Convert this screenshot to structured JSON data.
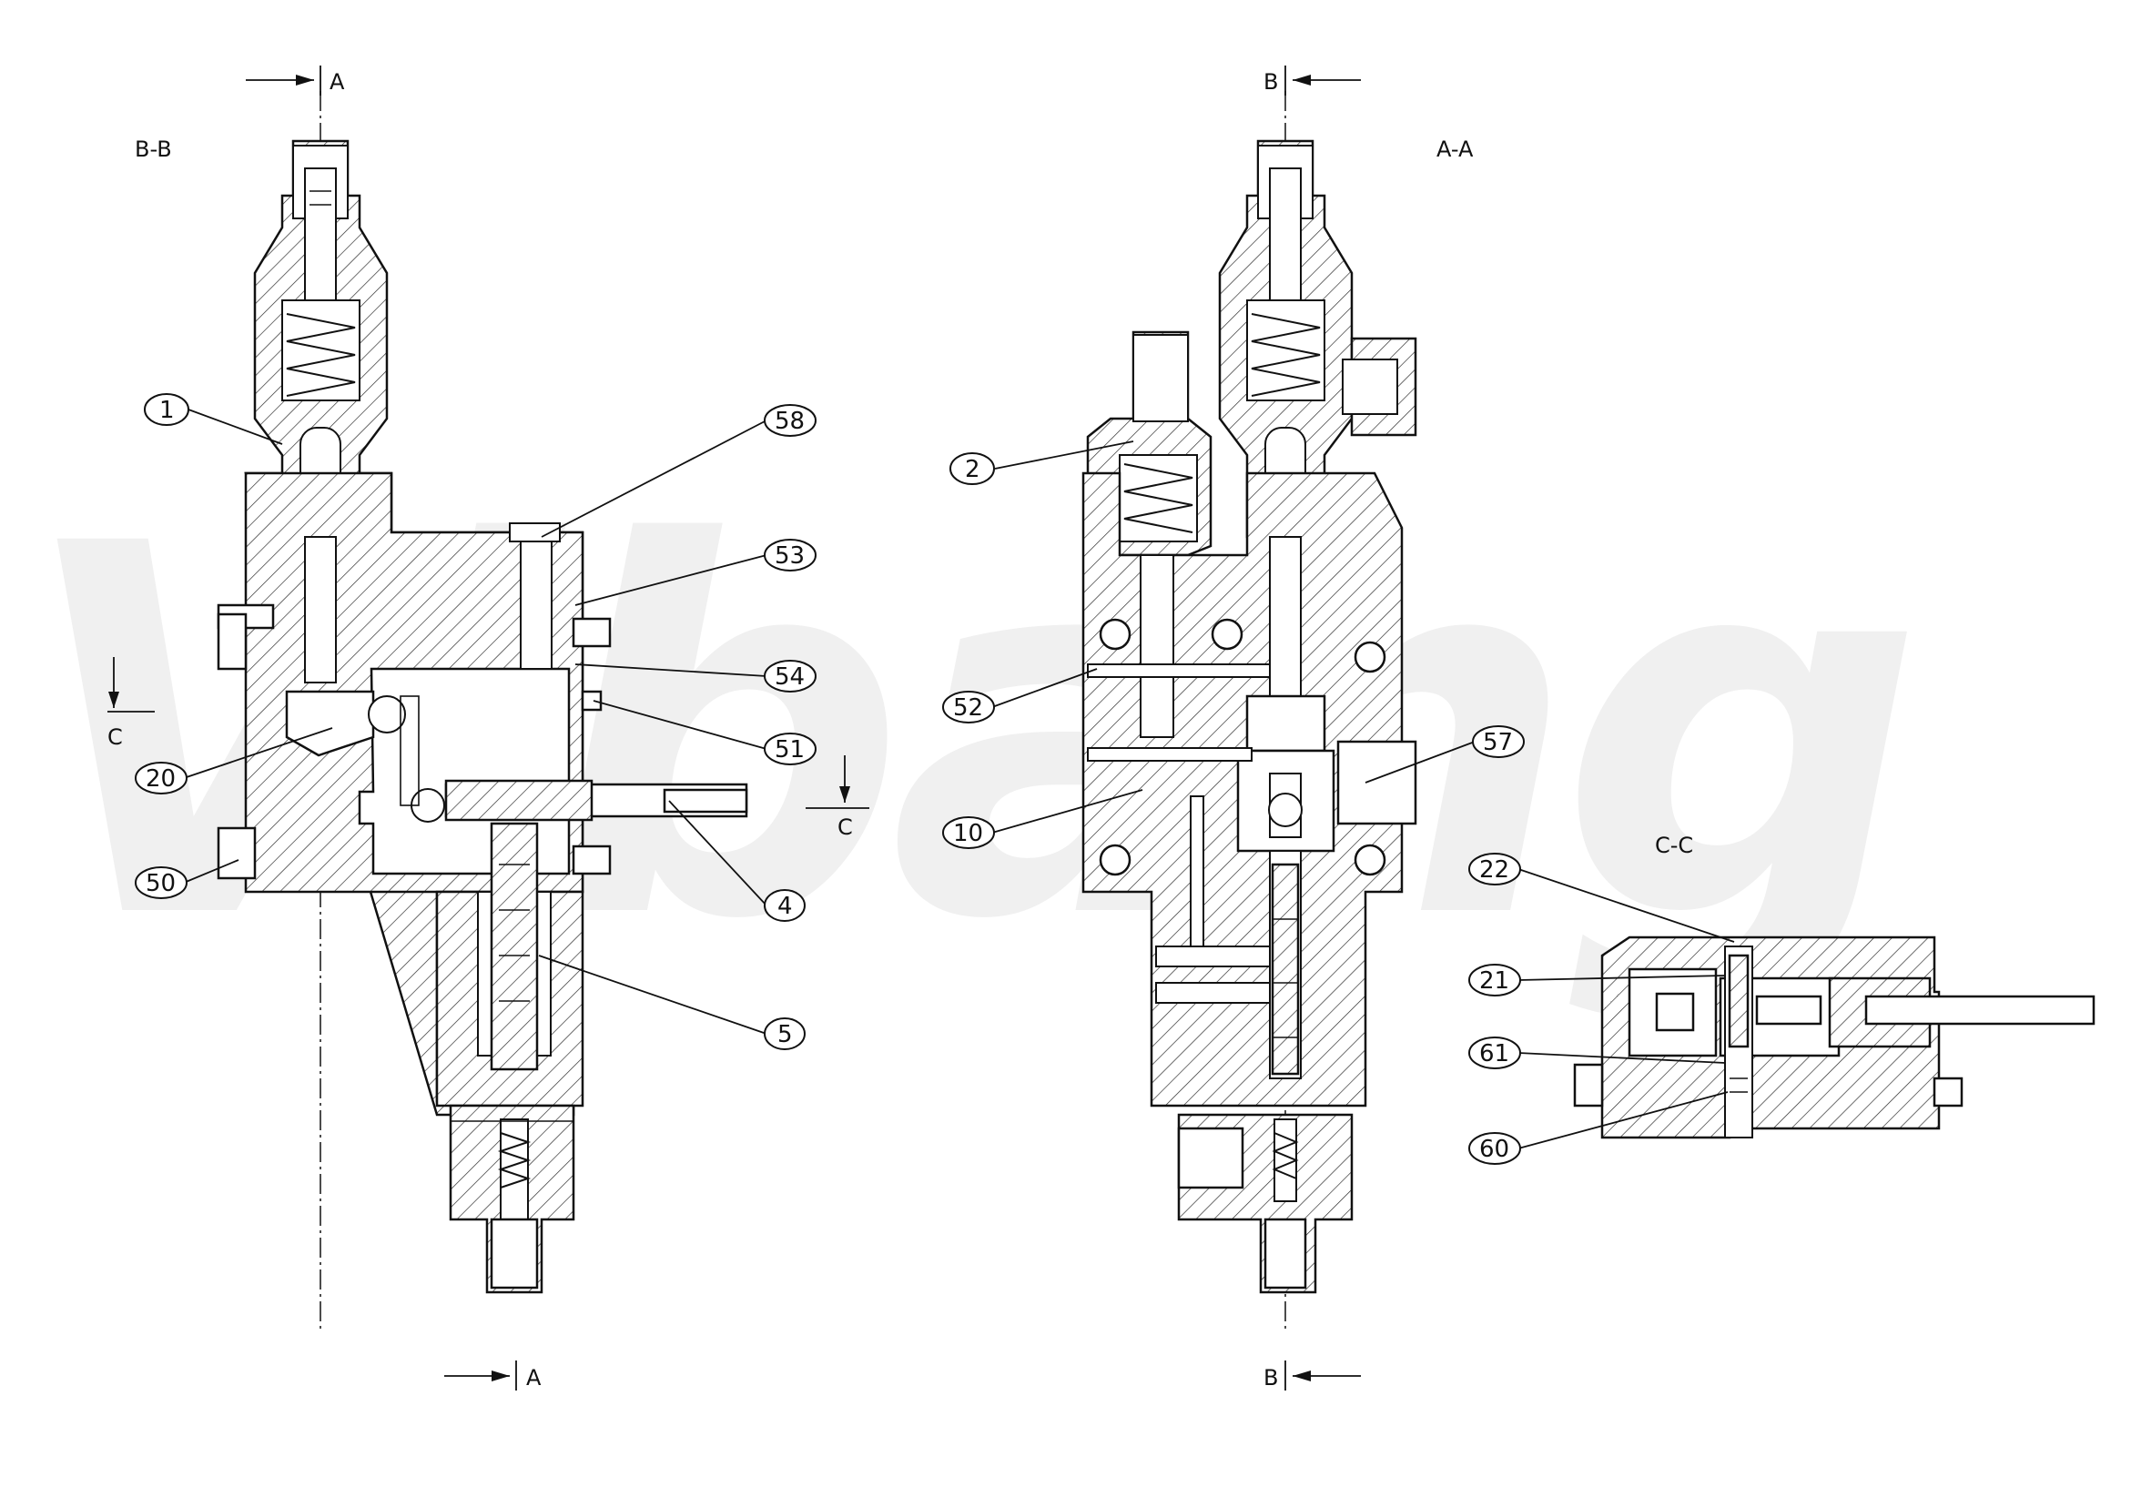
{
  "watermark": "Vibang",
  "sections": {
    "bb": {
      "title": "B-B"
    },
    "aa": {
      "title": "A-A"
    },
    "cc": {
      "title": "C-C"
    }
  },
  "cut_markers": {
    "a_top": "A",
    "a_bottom": "A",
    "b_top": "B",
    "b_bottom": "B",
    "c_left": "C",
    "c_right": "C"
  },
  "callouts": {
    "c1": "1",
    "c58": "58",
    "c53": "53",
    "c54": "54",
    "c51": "51",
    "c20": "20",
    "c4": "4",
    "c5": "5",
    "c50": "50",
    "c2": "2",
    "c52": "52",
    "c10": "10",
    "c57": "57",
    "c22": "22",
    "c21": "21",
    "c61": "61",
    "c60": "60"
  }
}
